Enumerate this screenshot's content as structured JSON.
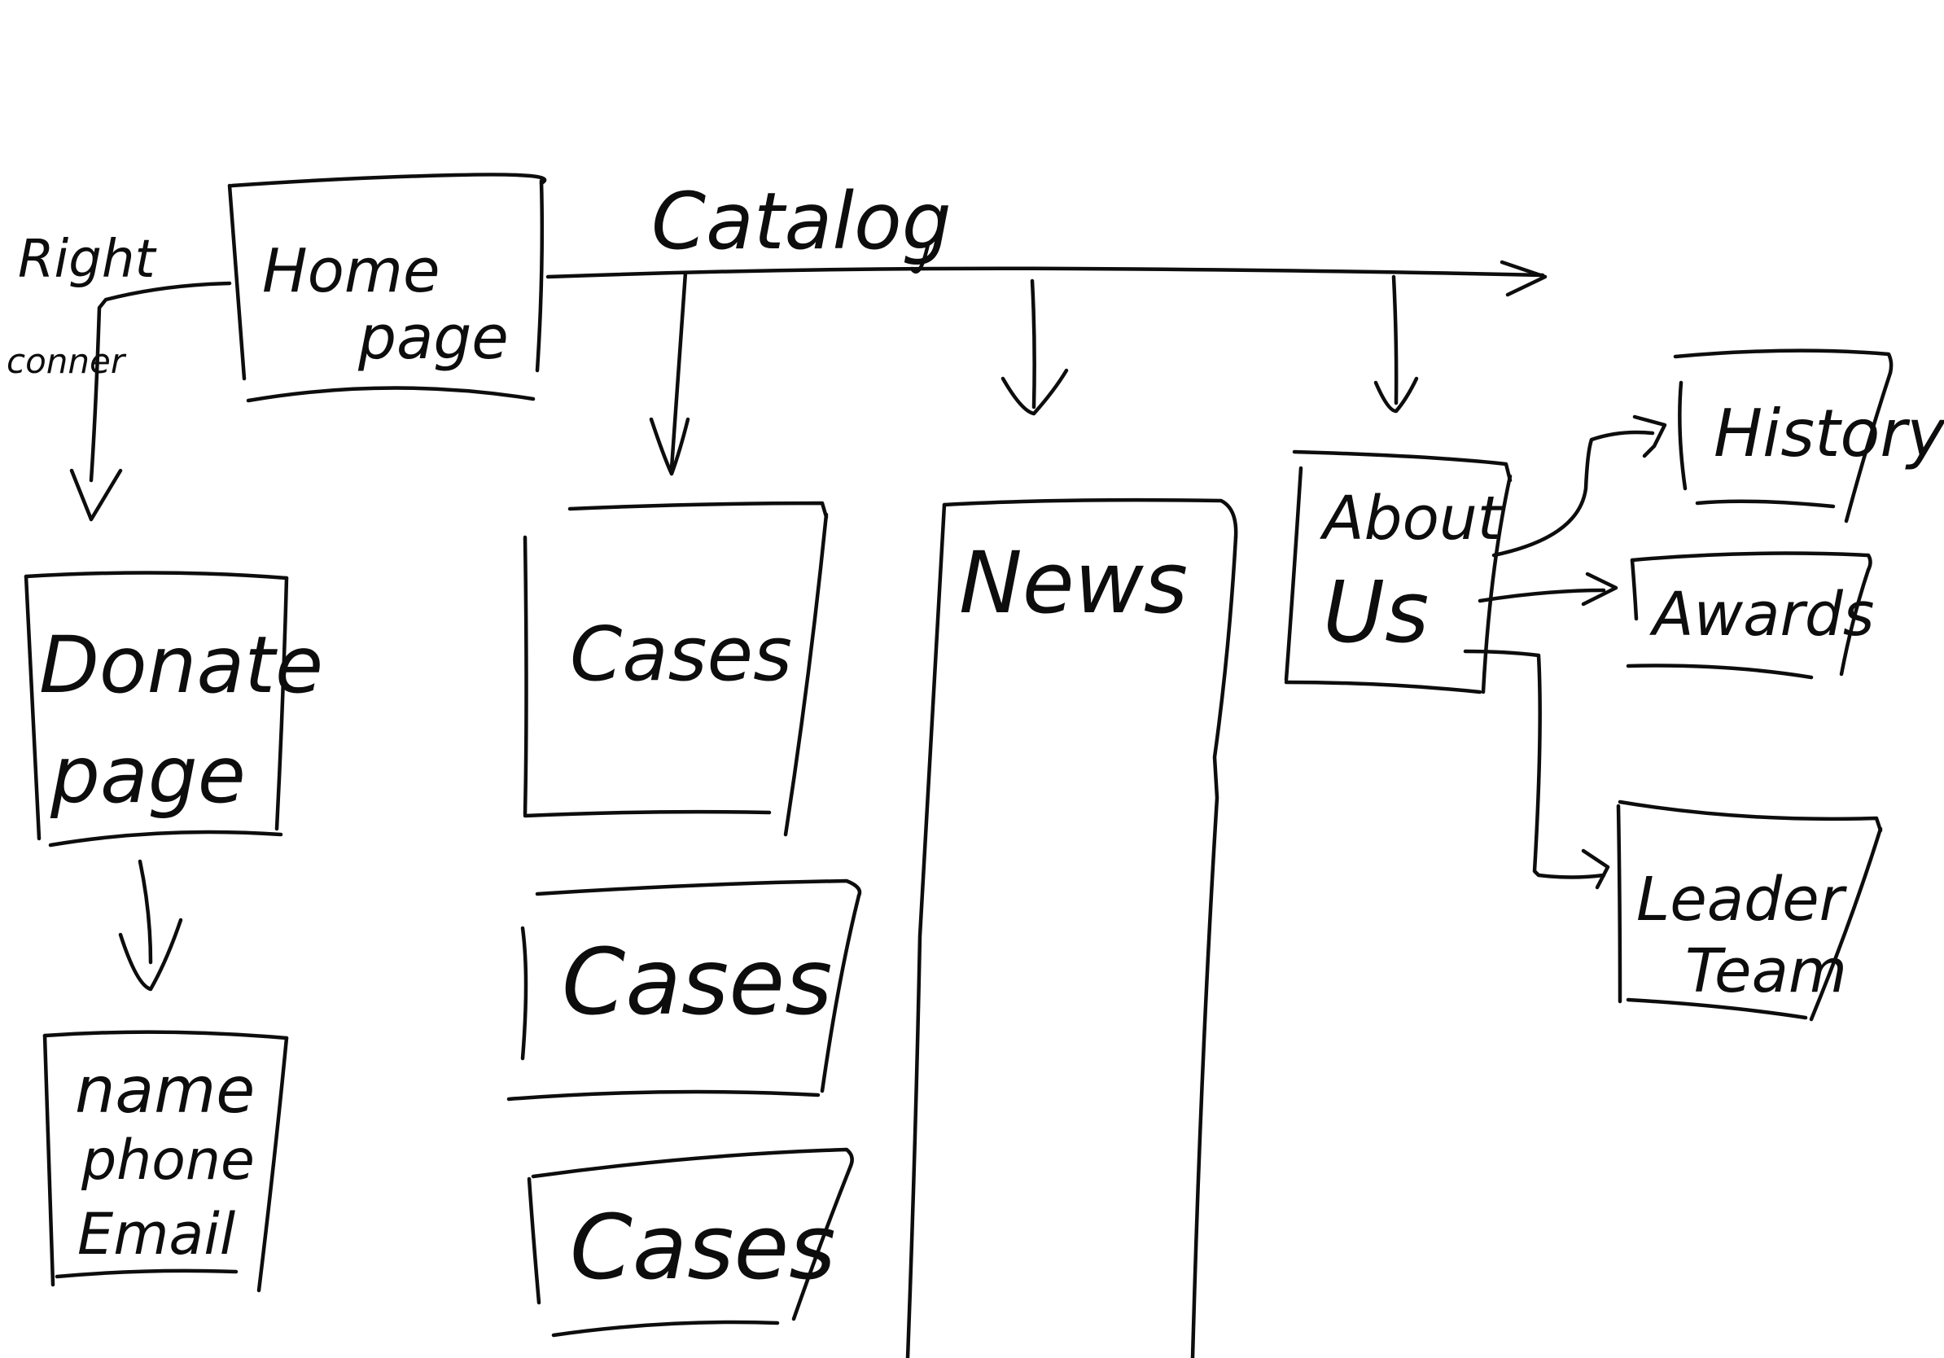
{
  "diagram": {
    "title": "Catalog",
    "nodes": {
      "home": {
        "lines": [
          "Home",
          "page"
        ]
      },
      "donate": {
        "lines": [
          "Donate",
          "page"
        ]
      },
      "donate_form": {
        "lines": [
          "name",
          "phone",
          "Email"
        ]
      },
      "cases_1": {
        "label": "Cases"
      },
      "cases_2": {
        "label": "Cases"
      },
      "cases_3": {
        "label": "Cases"
      },
      "news": {
        "label": "News"
      },
      "about": {
        "lines": [
          "About",
          "Us"
        ]
      },
      "history": {
        "label": "History"
      },
      "awards": {
        "label": "Awards"
      },
      "leader_team": {
        "lines": [
          "Leader",
          "Team"
        ]
      }
    },
    "edge_labels": {
      "right_corner": [
        "Right",
        "conner"
      ]
    }
  }
}
